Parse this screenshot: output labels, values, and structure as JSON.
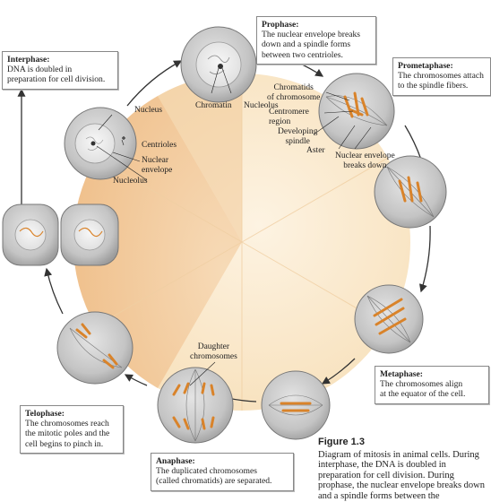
{
  "phases": {
    "interphase": {
      "title": "Interphase:",
      "lines": [
        "DNA is doubled in",
        "preparation for cell division."
      ]
    },
    "prophase": {
      "title": "Prophase:",
      "lines": [
        "The nuclear envelope breaks",
        "down and a spindle forms",
        "between two centrioles."
      ]
    },
    "prometaphase": {
      "title": "Prometaphase:",
      "lines": [
        "The chromosomes attach",
        "to the spindle fibers."
      ]
    },
    "metaphase": {
      "title": "Metaphase:",
      "lines": [
        "The chromosomes align",
        "at the equator of the cell."
      ]
    },
    "anaphase": {
      "title": "Anaphase:",
      "lines": [
        "The duplicated chromosomes",
        "(called chromatids) are separated."
      ]
    },
    "telophase": {
      "title": "Telophase:",
      "lines": [
        "The chromosomes reach",
        "the mitotic poles and the",
        "cell begins to pinch in."
      ]
    }
  },
  "labels": {
    "nucleus": "Nucleus",
    "centrioles": "Centrioles",
    "nuclear_envelope": [
      "Nuclear",
      "envelope"
    ],
    "nucleolus_left": "Nucleolus",
    "chromatin": "Chromatin",
    "nucleolus_top": "Nucleolus",
    "chromatids": [
      "Chromatids",
      "of chromosome"
    ],
    "centromere": [
      "Centromere",
      "region"
    ],
    "developing_spindle": [
      "Developing",
      "spindle"
    ],
    "aster": "Aster",
    "nuclear_envelope_breaks": [
      "Nuclear envelope",
      "breaks down"
    ],
    "daughter_chromosomes": [
      "Daughter",
      "chromosomes"
    ]
  },
  "caption": {
    "title": "Figure 1.3",
    "text": "Diagram of mitosis in animal cells. During interphase, the DNA is doubled in preparation for cell division. During prophase, the nuclear envelope breaks down and a spindle forms between the"
  },
  "colors": {
    "interphase_wedge": "#f3cfa4",
    "disc": "#fbe6c6",
    "cell_fill": "#c3c3c3",
    "chromosome": "#d9832a"
  }
}
